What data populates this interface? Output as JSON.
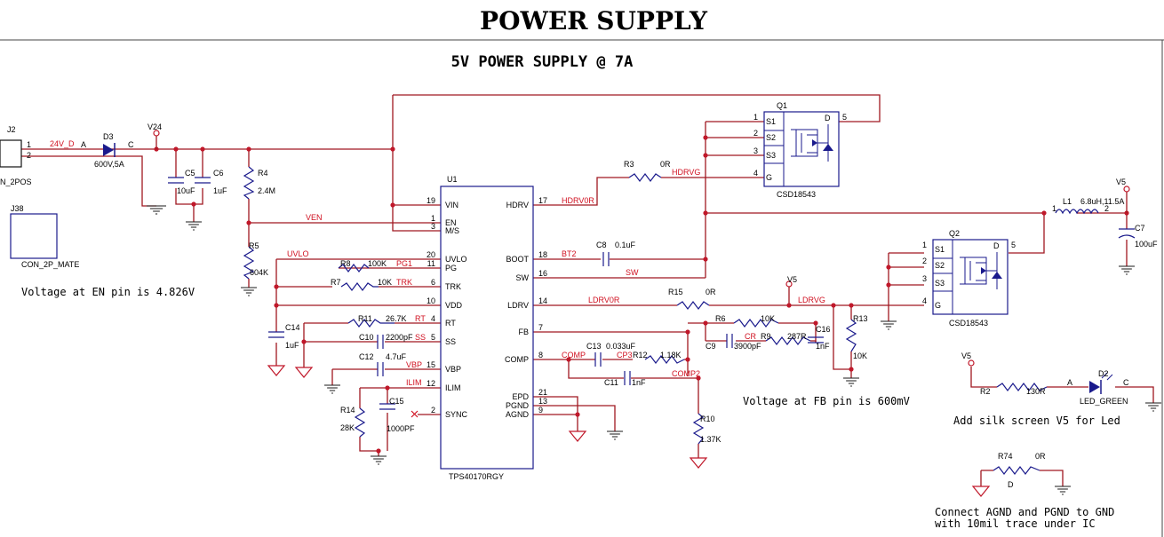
{
  "sheet": {
    "title": "POWER SUPPLY",
    "subtitle": "5V POWER SUPPLY @ 7A"
  },
  "notes": {
    "en_voltage": "Voltage at EN pin is 4.826V",
    "fb_voltage": "Voltage at FB pin is 600mV",
    "silk": "Add silk screen V5 for Led",
    "gnd_line1": "Connect AGND and PGND to GND",
    "gnd_line2": "with 10mil trace under IC"
  },
  "connector_j2": {
    "ref": "J2",
    "value": "N_2POS",
    "pin1": "1",
    "pin2": "2"
  },
  "connector_j38": {
    "ref": "J38",
    "value": "CON_2P_MATE"
  },
  "diode_d3": {
    "ref": "D3",
    "value": "600V,5A",
    "anode": "A",
    "cathode": "C"
  },
  "power_v24": "V24",
  "nets": {
    "v24d": "24V_D",
    "ven": "VEN",
    "uvlo": "UVLO",
    "pg1": "PG1",
    "trk": "TRK",
    "rt": "RT",
    "ss": "SS",
    "vbp": "VBP",
    "ilim": "ILIM",
    "hdrv0r": "HDRV0R",
    "hdrvg": "HDRVG",
    "bt2": "BT2",
    "sw": "SW",
    "ldrv0r": "LDRV0R",
    "ldrvg": "LDRVG",
    "comp": "COMP",
    "cp3": "CP3",
    "comp2": "COMP2",
    "cr": "CR"
  },
  "ic_u1": {
    "ref": "U1",
    "value": "TPS40170RGY",
    "left_pins": [
      {
        "num": "19",
        "name": "VIN"
      },
      {
        "num": "1",
        "name": "EN"
      },
      {
        "num": "3",
        "name": "M/S"
      },
      {
        "num": "20",
        "name": "UVLO"
      },
      {
        "num": "11",
        "name": "PG"
      },
      {
        "num": "6",
        "name": "TRK"
      },
      {
        "num": "10",
        "name": "VDD"
      },
      {
        "num": "4",
        "name": "RT"
      },
      {
        "num": "5",
        "name": "SS"
      },
      {
        "num": "15",
        "name": "VBP"
      },
      {
        "num": "12",
        "name": "ILIM"
      },
      {
        "num": "2",
        "name": "SYNC"
      }
    ],
    "right_pins": [
      {
        "num": "17",
        "name": "HDRV"
      },
      {
        "num": "18",
        "name": "BOOT"
      },
      {
        "num": "16",
        "name": "SW"
      },
      {
        "num": "14",
        "name": "LDRV"
      },
      {
        "num": "7",
        "name": "FB"
      },
      {
        "num": "8",
        "name": "COMP"
      },
      {
        "num": "21",
        "name": "EPD"
      },
      {
        "num": "13",
        "name": "PGND"
      },
      {
        "num": "9",
        "name": "AGND"
      }
    ]
  },
  "mosfet_q1": {
    "ref": "Q1",
    "value": "CSD18543",
    "pins": [
      {
        "num": "1",
        "name": "S1"
      },
      {
        "num": "2",
        "name": "S2"
      },
      {
        "num": "3",
        "name": "S3"
      },
      {
        "num": "4",
        "name": "G"
      },
      {
        "num": "5",
        "name": "D"
      }
    ]
  },
  "mosfet_q2": {
    "ref": "Q2",
    "value": "CSD18543",
    "pins": [
      {
        "num": "1",
        "name": "S1"
      },
      {
        "num": "2",
        "name": "S2"
      },
      {
        "num": "3",
        "name": "S3"
      },
      {
        "num": "4",
        "name": "G"
      },
      {
        "num": "5",
        "name": "D"
      }
    ]
  },
  "inductor_l1": {
    "ref": "L1",
    "value": "6.8uH,11.5A",
    "pin1": "1",
    "pin2": "2"
  },
  "power_v5": "V5",
  "led_d2": {
    "ref": "D2",
    "value": "LED_GREEN",
    "anode": "A",
    "cathode": "C"
  },
  "r74_pad": "D",
  "parts": {
    "c5": {
      "ref": "C5",
      "value": "10uF"
    },
    "c6": {
      "ref": "C6",
      "value": "1uF"
    },
    "r4": {
      "ref": "R4",
      "value": "2.4M"
    },
    "r5": {
      "ref": "R5",
      "value": "604K"
    },
    "r8": {
      "ref": "R8",
      "value": "100K"
    },
    "r7": {
      "ref": "R7",
      "value": "10K"
    },
    "c14": {
      "ref": "C14",
      "value": "1uF"
    },
    "r11": {
      "ref": "R11",
      "value": "26.7K"
    },
    "c10": {
      "ref": "C10",
      "value": "2200pF"
    },
    "c12": {
      "ref": "C12",
      "value": "4.7uF"
    },
    "c15": {
      "ref": "C15",
      "value": "1000PF"
    },
    "r14": {
      "ref": "R14",
      "value": "28K"
    },
    "r3": {
      "ref": "R3",
      "value": "0R"
    },
    "c8": {
      "ref": "C8",
      "value": "0.1uF"
    },
    "r15": {
      "ref": "R15",
      "value": "0R"
    },
    "r6": {
      "ref": "R6",
      "value": "10K"
    },
    "c9": {
      "ref": "C9",
      "value": "3900pF"
    },
    "r9": {
      "ref": "R9",
      "value": "287R"
    },
    "c16": {
      "ref": "C16",
      "value": "1nF"
    },
    "r13": {
      "ref": "R13",
      "value": "10K"
    },
    "c13": {
      "ref": "C13",
      "value": "0.033uF"
    },
    "r12": {
      "ref": "R12",
      "value": "1.18K"
    },
    "c11": {
      "ref": "C11",
      "value": "1nF"
    },
    "r10": {
      "ref": "R10",
      "value": "1.37K"
    },
    "c7": {
      "ref": "C7",
      "value": "100uF"
    },
    "r2": {
      "ref": "R2",
      "value": "130R"
    },
    "r74": {
      "ref": "R74",
      "value": "0R"
    }
  }
}
